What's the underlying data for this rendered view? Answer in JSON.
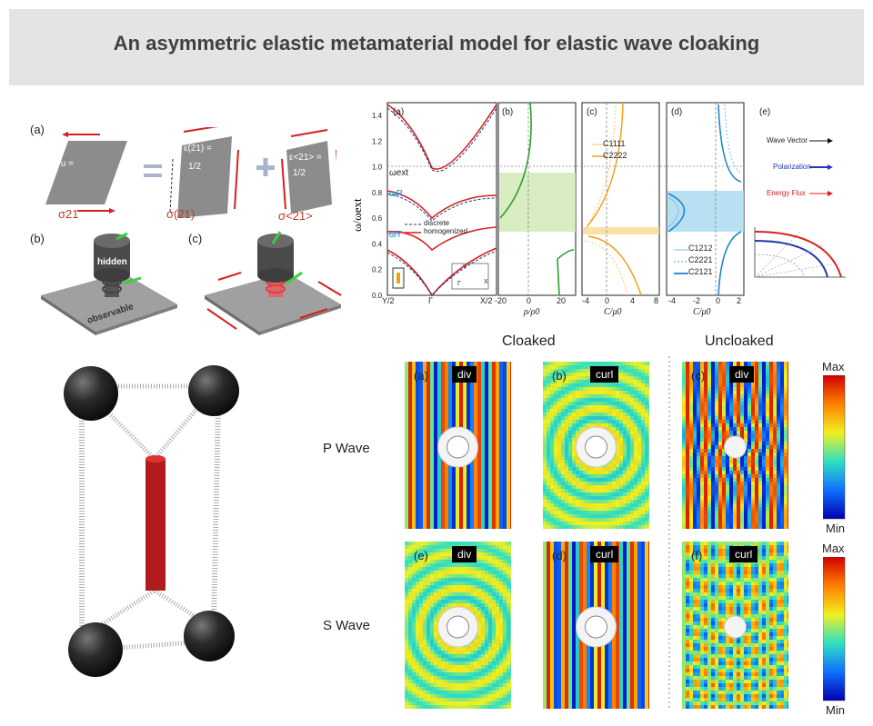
{
  "title": "An asymmetric elastic metamaterial model for elastic wave cloaking",
  "left_panel": {
    "a_label": "(a)",
    "b_label": "(b)",
    "c_label": "(c)",
    "grad_u": "∇u =",
    "eq_plus": "+",
    "eq_equals": "=",
    "eps_sym": "ε(21) =",
    "eps_anti": "ε<21> =",
    "half": "1/2",
    "sigma_21": "σ21",
    "sigma_sym": "σ(21)",
    "sigma_anti": "σ<21>",
    "hidden": "hidden",
    "observable": "observable"
  },
  "band_panel": {
    "labels": [
      "(a)",
      "(b)",
      "(c)",
      "(d)",
      "(e)"
    ],
    "y_axis": "ω/ωext",
    "omega_ext": "ωext",
    "omega_R": "ωR",
    "omega_T": "ωT",
    "legend_discrete": "discrete",
    "legend_homog": "homogenized",
    "x_ticks_a": [
      "Y/2",
      "Γ",
      "X/2"
    ],
    "x_label_b": "ρ/ρ0",
    "x_ticks_b": [
      "-20",
      "0",
      "20"
    ],
    "x_label_c": "C/μ0",
    "x_ticks_c": [
      "-4",
      "0",
      "4",
      "8"
    ],
    "x_label_d": "C/μ0",
    "x_ticks_d": [
      "-4",
      "-2",
      "0",
      "2"
    ],
    "y_ticks": [
      "0.0",
      "0.2",
      "0.4",
      "0.6",
      "0.8",
      "1.0",
      "1.2",
      "1.4"
    ],
    "c_legend": [
      "C1111",
      "C2222"
    ],
    "d_legend": [
      "C1212",
      "C2221",
      "C2121"
    ],
    "bz_y": "Y",
    "bz_x": "X",
    "bz_gamma": "Γ",
    "e_legend": [
      "Wave Vector",
      "Polarization",
      "Energy Flux"
    ],
    "colors": {
      "discrete": "#1f3a7a",
      "homog": "#d62020",
      "green": "#2ca02c",
      "orange": "#f39c12",
      "blue": "#1e88c8"
    }
  },
  "cloak": {
    "cloaked": "Cloaked",
    "uncloaked": "Uncloaked",
    "p_wave": "P Wave",
    "s_wave": "S Wave",
    "panels": [
      {
        "label": "(a)",
        "tag": "div"
      },
      {
        "label": "(b)",
        "tag": "curl"
      },
      {
        "label": "(c)",
        "tag": "div"
      },
      {
        "label": "(e)",
        "tag": "div"
      },
      {
        "label": "(d)",
        "tag": "curl"
      },
      {
        "label": "(f)",
        "tag": "curl"
      }
    ],
    "colorbar_max": "Max",
    "colorbar_min": "Min"
  }
}
